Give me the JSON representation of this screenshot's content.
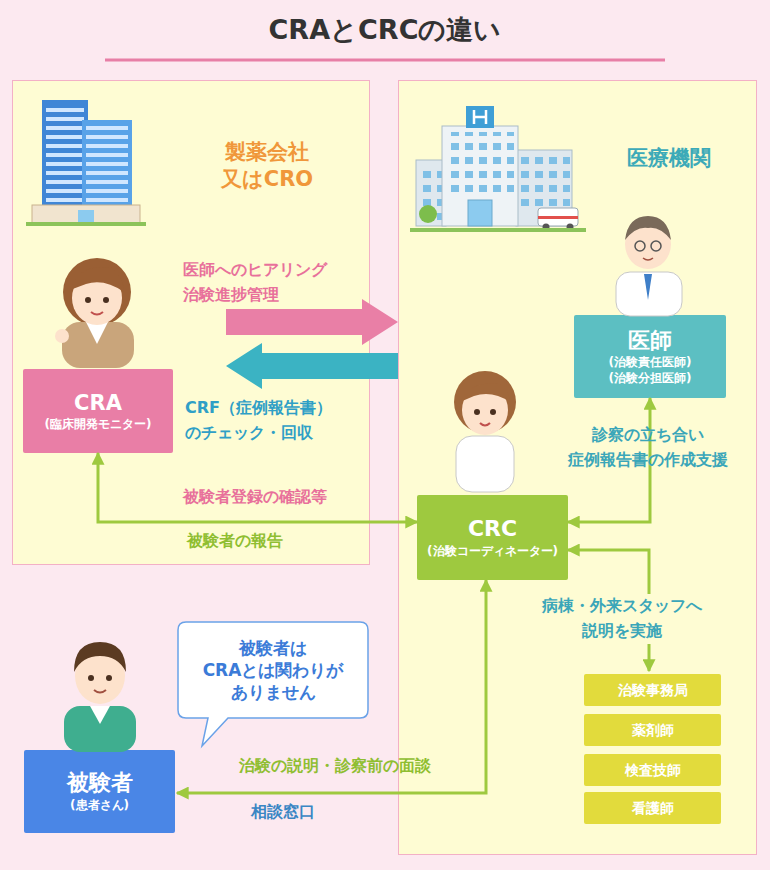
{
  "diagram": {
    "title": "CRAとCRCの違い",
    "nodes": [
      {
        "text": [
          "製薬会社 又はCRO"
        ]
      },
      {
        "text": [
          "CRA",
          "(臨床開発モニター)"
        ],
        "in": 0
      },
      {
        "text": [
          "医療機関"
        ]
      },
      {
        "text": [
          "医師",
          "(治験責任医師) (治験分担医師)"
        ],
        "in": 2
      },
      {
        "text": [
          "CRC",
          "(治験コーディネーター)"
        ],
        "in": 2
      },
      {
        "text": [
          "治験事務局"
        ],
        "in": 2
      },
      {
        "text": [
          "薬剤師"
        ],
        "in": 2
      },
      {
        "text": [
          "検査技師"
        ],
        "in": 2
      },
      {
        "text": [
          "看護師"
        ],
        "in": 2
      },
      {
        "text": [
          "被験者は CRAとは関わりが ありません"
        ]
      },
      {
        "text": [
          "被験者",
          "(患者さん)"
        ]
      }
    ],
    "edges": [
      {
        "from": 1,
        "to": 2,
        "arrow": "to",
        "label": "医師へのヒアリング 治験進捗管理"
      },
      {
        "from": 2,
        "to": 1,
        "arrow": "to",
        "label": "CRF（症例報告書） のチェック・回収"
      },
      {
        "from": 1,
        "to": 4,
        "arrow": "both",
        "label": "被験者登録の確認等"
      },
      {
        "from": 4,
        "to": 3,
        "arrow": "both",
        "label": "診察の立ち合い 症例報告書の作成支援"
      },
      {
        "from": 4,
        "to": 5,
        "arrow": "both",
        "label": "病棟・外来スタッフへ 説明を実施"
      },
      {
        "from": 4,
        "to": 10,
        "arrow": "both",
        "label": "治験の説明・診察前の面談"
      }
    ],
    "labels": [
      "被験者の報告",
      "相談窓口"
    ]
  }
}
